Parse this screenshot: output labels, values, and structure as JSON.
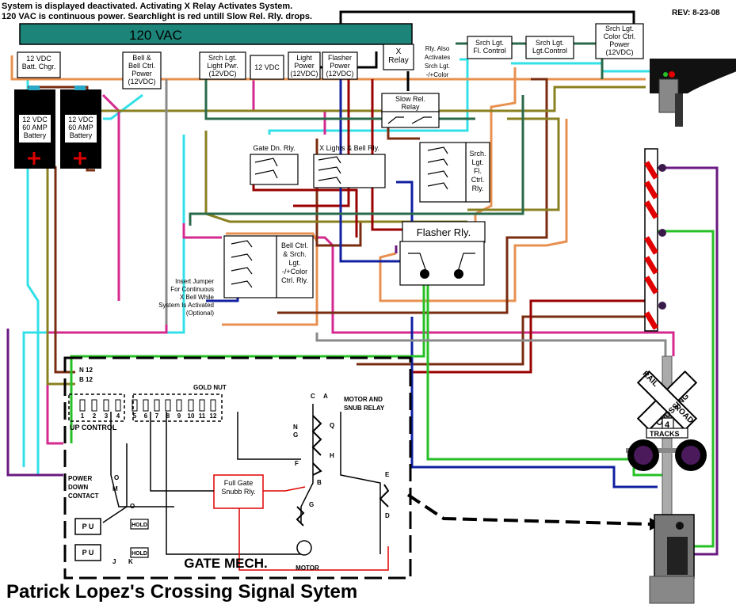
{
  "header": {
    "line1": "System is displayed deactivated. Activating X Relay Activates System.",
    "line2": "120 VAC is continuous power. Searchlight is red untill Slow Rel. Rly. drops.",
    "revision": "REV: 8-23-08"
  },
  "title": "Patrick Lopez's Crossing Signal Sytem",
  "power_bus": {
    "label": "120 VAC"
  },
  "boxes": {
    "charger": "12 VDC|Batt. Chgr.",
    "battery": "12 VDC|60 AMP|Battery",
    "bell_power": "Bell &|Bell Ctrl.|Power|(12VDC)",
    "srch_light_power": "Srch Lgt.|Light Pwr.|(12VDC)",
    "twelve_vdc": "12 VDC",
    "light_power": "Light|Power|(12VDC)",
    "flasher_power": "Flasher|Power|(12VDC)",
    "x_relay": "X|Relay",
    "srch_fl_control": "Srch Lgt.|Fl. Control",
    "srch_lgt_control": "Srch Lgt.|Lgt.Control",
    "srch_color_power": "Srch Lgt.|Color Ctrl.|Power|(12VDC)",
    "slow_rel_relay": "Slow Rel.|Relay",
    "gate_dn_relay": "Gate Dn. Rly.",
    "x_lights_bell_relay": "X Lights & Bell Rly.",
    "srch_fl_ctrl_relay": "Srch.|Lgt.|Fl.|Ctrl.|Rly.",
    "flasher_relay": "Flasher Rly.",
    "bell_srch_color_relay": "Bell Ctrl.|& Srch.|Lgt.|-/+Color|Ctrl. Rly.",
    "full_gate_snubb_relay": "Full Gate|Snubb Rly."
  },
  "notes": {
    "x_relay_note": "Rly. Also|Activates|Srch Lgt.|-/+Color",
    "jumper_note": "Insert Jumper|For Continuous|X Bell While|System Is Activated|(Optional)"
  },
  "gate_mech": {
    "label": "GATE MECH.",
    "n12": "N 12",
    "b12": "B 12",
    "up_control": "UP  CONTROL",
    "terminals": [
      "1",
      "2",
      "3",
      "4",
      "5",
      "6",
      "7",
      "8",
      "9",
      "10",
      "11",
      "12"
    ],
    "gold_nut": "GOLD NUT",
    "motor_snub": "MOTOR AND|SNUB RELAY",
    "power_down": "POWER|DOWN|CONTACT",
    "pu": "P  U",
    "hold": "HOLD",
    "motor": "MOTOR",
    "letters": {
      "c": "C",
      "a": "A",
      "n": "N",
      "g": "G",
      "q": "Q",
      "f": "F",
      "h": "H",
      "b": "B",
      "e": "E",
      "d": "D",
      "o": "O",
      "j": "J",
      "k": "K",
      "m": "M"
    }
  },
  "crossing": {
    "crossbuck_1": "RAIL",
    "crossbuck_2": "ROAD",
    "crossbuck_3": "CROSSING",
    "tracks_number": "4",
    "tracks_label": "TRACKS"
  },
  "colors": {
    "cyan": "#33e0e8",
    "magenta": "#d42a90",
    "orange": "#e89050",
    "brown": "#7a2c10",
    "olive": "#8a8020",
    "darkred": "#9a0000",
    "navy": "#1020a0",
    "green": "#26c026",
    "purple": "#6a1a80",
    "gray": "#8a8a8a",
    "teal": "#2a6a4a",
    "bus": "#1c8478"
  }
}
